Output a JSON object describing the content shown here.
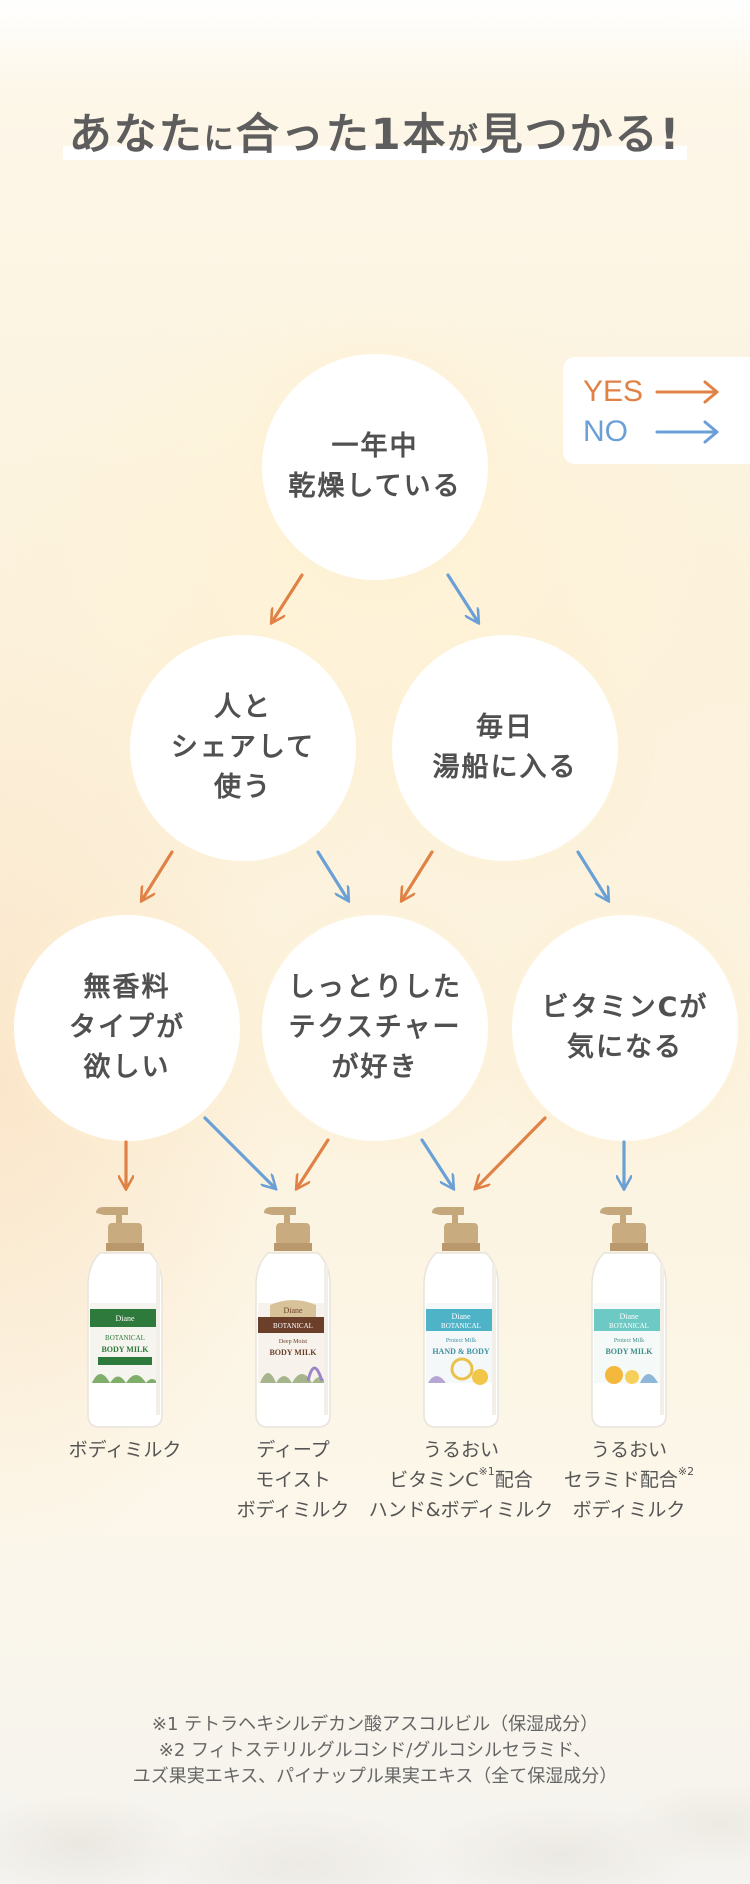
{
  "title": {
    "part1": "あなた",
    "part2": "に",
    "part3": "合った",
    "part4": "1本",
    "part5": "が",
    "part6": "見つかる",
    "part7": "!"
  },
  "legend": {
    "yes_label": "YES",
    "no_label": "NO"
  },
  "colors": {
    "yes": "#e08246",
    "no": "#6aa0d6"
  },
  "questions": {
    "q1": {
      "line1": "一年中",
      "line2": "乾燥している"
    },
    "q2": {
      "line1": "人と",
      "line2": "シェアして",
      "line3": "使う"
    },
    "q3": {
      "line1": "毎日",
      "line2": "湯船に入る"
    },
    "q4": {
      "line1": "無香料",
      "line2": "タイプが",
      "line3": "欲しい"
    },
    "q5": {
      "line1": "しっとりした",
      "line2": "テクスチャー",
      "line3": "が好き"
    },
    "q6": {
      "line1": "ビタミンCが",
      "line2": "気になる"
    }
  },
  "products": [
    {
      "line1": "ボディミルク",
      "bottle_brand": "Diane BOTANICAL",
      "bottle_type": "BODY MILK",
      "band_color": "#2e7a3c"
    },
    {
      "line1": "ディープ",
      "line2": "モイスト",
      "line3": "ボディミルク",
      "bottle_brand": "Diane BOTANICAL",
      "bottle_sub": "Deep Moist",
      "bottle_type": "BODY MILK",
      "band_color": "#6b3f2a"
    },
    {
      "line1": "うるおい",
      "line2a": "ビタミンC",
      "line2sup": "※1",
      "line2b": "配合",
      "line3": "ハンド&ボディミルク",
      "bottle_brand": "Diane BOTANICAL",
      "bottle_sub": "Protect Milk",
      "bottle_type": "HAND & BODY",
      "band_color": "#4fb3c8"
    },
    {
      "line1": "うるおい",
      "line2a": "セラミド配合",
      "line2sup": "※2",
      "line3": "ボディミルク",
      "bottle_brand": "Diane BOTANICAL",
      "bottle_sub": "Protect Milk",
      "bottle_type": "BODY MILK",
      "band_color": "#6cc9c4"
    }
  ],
  "notes": {
    "line1": "※1 テトラヘキシルデカン酸アスコルビル（保湿成分）",
    "line2": "※2 フィトステリルグルコシド/グルコシルセラミド、",
    "line3": "ユズ果実エキス、パイナップル果実エキス（全て保湿成分）"
  }
}
